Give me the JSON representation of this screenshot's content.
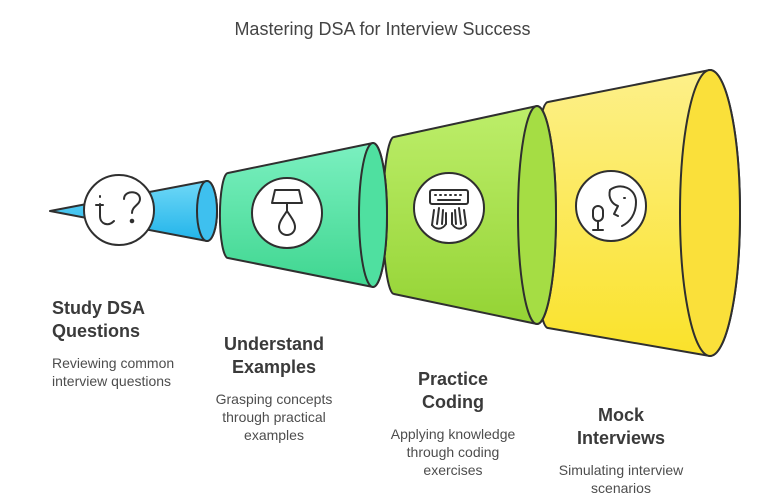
{
  "title": "Mastering DSA for Interview Success",
  "stages": [
    {
      "label_lines": [
        "Study DSA",
        "Questions"
      ],
      "desc_lines": [
        "Reviewing common",
        "interview questions"
      ],
      "icon": "question-mark-icon",
      "color": "#3fc4f0"
    },
    {
      "label_lines": [
        "Understand",
        "Examples"
      ],
      "desc_lines": [
        "Grasping concepts",
        "through practical",
        "examples"
      ],
      "icon": "lamp-drop-icon",
      "color": "#55e3a8"
    },
    {
      "label_lines": [
        "Practice",
        "Coding"
      ],
      "desc_lines": [
        "Applying knowledge",
        "through coding",
        "exercises"
      ],
      "icon": "keyboard-hands-icon",
      "color": "#a8e04a"
    },
    {
      "label_lines": [
        "Mock",
        "Interviews"
      ],
      "desc_lines": [
        "Simulating interview",
        "scenarios"
      ],
      "icon": "microphone-person-icon",
      "color": "#fbe84a"
    }
  ]
}
